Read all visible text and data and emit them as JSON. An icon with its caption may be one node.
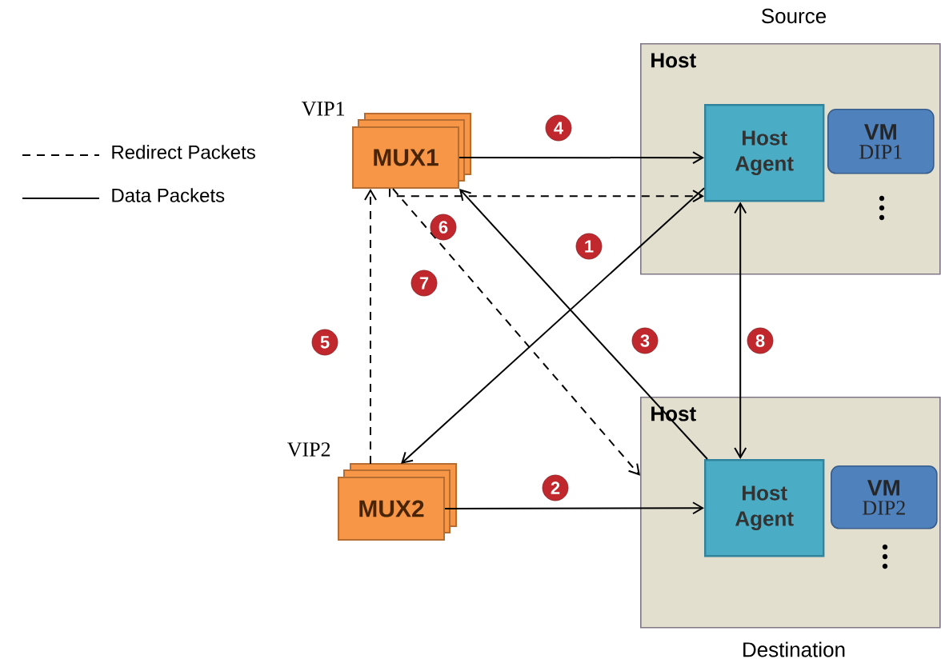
{
  "diagram": {
    "nodes": [
      {
        "text": [
          "Host"
        ],
        "beside": [
          "Source"
        ]
      },
      {
        "text": [
          "Host Agent"
        ],
        "in": 0
      },
      {
        "text": [
          "VM",
          "DIP1"
        ],
        "in": 0
      },
      {
        "text": [
          "Host"
        ],
        "beside": [
          "Destination"
        ]
      },
      {
        "text": [
          "Host Agent"
        ],
        "in": 3
      },
      {
        "text": [
          "VM",
          "DIP2"
        ],
        "in": 3
      },
      {
        "text": [
          "MUX1"
        ],
        "beside": [
          "VIP1"
        ]
      },
      {
        "text": [
          "MUX2"
        ],
        "beside": [
          "VIP2"
        ]
      }
    ],
    "edges": [
      {
        "from": 1,
        "to": 7,
        "arrow": "to",
        "label": "1"
      },
      {
        "from": 7,
        "to": 4,
        "arrow": "to",
        "label": "2"
      },
      {
        "from": 4,
        "to": 6,
        "arrow": "to",
        "label": "3"
      },
      {
        "from": 6,
        "to": 1,
        "arrow": "to",
        "label": "4"
      },
      {
        "from": 7,
        "to": 6,
        "arrow": "to",
        "label": "5",
        "style": "dashed"
      },
      {
        "from": 6,
        "to": 1,
        "arrow": "to",
        "label": "6",
        "style": "dashed"
      },
      {
        "from": 6,
        "to": 3,
        "arrow": "to",
        "label": "7",
        "style": "dashed"
      },
      {
        "from": 1,
        "to": 4,
        "arrow": "both",
        "label": "8"
      }
    ],
    "legend": [
      {
        "text": "Redirect Packets"
      },
      {
        "text": "Data Packets"
      }
    ]
  }
}
